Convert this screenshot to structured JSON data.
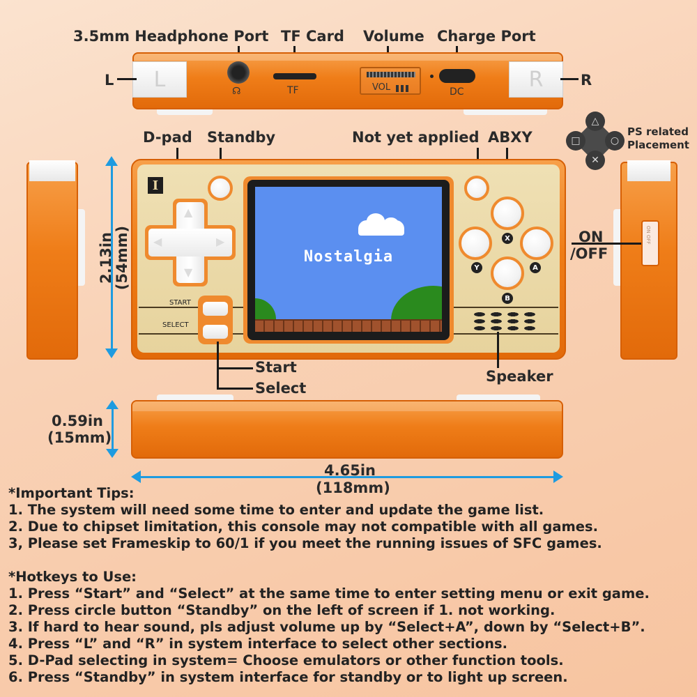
{
  "labels": {
    "headphone": "3.5mm Headphone Port",
    "tf_card": "TF Card",
    "volume": "Volume",
    "charge": "Charge Port",
    "l": "L",
    "r": "R",
    "dpad": "D-pad",
    "standby": "Standby",
    "not_applied": "Not yet applied",
    "abxy": "ABXY",
    "ps_related": "PS related",
    "placement": "Placement",
    "on": "ON",
    "off": "/OFF",
    "start": "Start",
    "select": "Select",
    "speaker": "Speaker"
  },
  "device": {
    "l_key": "L",
    "r_key": "R",
    "tf_text": "TF",
    "vol_text": "VOL",
    "dc_text": "DC",
    "logo": "I",
    "start_print": "START",
    "select_print": "SELECT",
    "btn_x": "X",
    "btn_y": "Y",
    "btn_a": "A",
    "btn_b": "B",
    "screen_text": "Nostalgia",
    "switch_text": "ON OFF"
  },
  "dimensions": {
    "height_in": "2.13in",
    "height_mm": "(54mm)",
    "depth_in": "0.59in",
    "depth_mm": "(15mm)",
    "width_in": "4.65in",
    "width_mm": "(118mm)"
  },
  "tips": {
    "heading": "*Important Tips:",
    "items": [
      "1. The system will need some time to enter and update the game list.",
      "2. Due to chipset limitation, this console may not compatible with all games.",
      "3, Please set Frameskip to 60/1 if you meet the running issues of SFC games."
    ]
  },
  "hotkeys": {
    "heading": "*Hotkeys to Use:",
    "items": [
      "1. Press “Start” and “Select” at the same time to enter setting menu or exit game.",
      "2. Press circle button “Standby” on the left of screen if 1. not working.",
      "3. If hard to hear sound, pls adjust volume up by “Select+A”, down by “Select+B”.",
      "4. Press “L” and “R” in system interface to select other sections.",
      "5. D-Pad selecting in system= Choose emulators or other function tools.",
      "6. Press “Standby” in system interface for standby or to light up screen."
    ]
  },
  "colors": {
    "shell_orange": "#ef7d18",
    "faceplate_cream": "#e9d6a2",
    "screen_sky": "#5b8ff0",
    "dimension_blue": "#1e9be0"
  }
}
